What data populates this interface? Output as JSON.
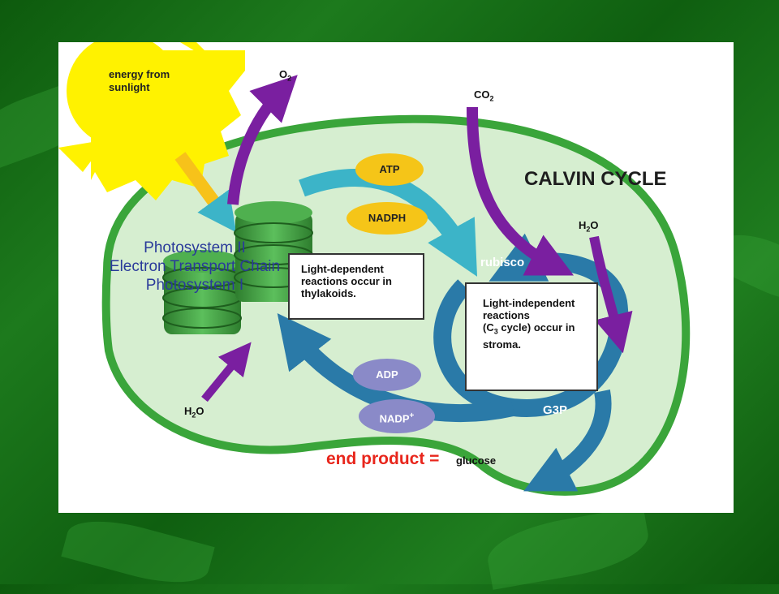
{
  "labels": {
    "energy_from_sunlight": "energy from sunlight",
    "o2": "O",
    "o2_sub": "2",
    "co2": "CO",
    "co2_sub": "2",
    "calvin_cycle": "CALVIN CYCLE",
    "h2o_top": "H",
    "h2o_top_sub": "2",
    "h2o_top_end": "O",
    "h2o_bottom": "H",
    "h2o_bottom_sub": "2",
    "h2o_bottom_end": "O",
    "photosystem_ii": "Photosystem II",
    "electron_transport_chain": "Electron Transport Chain",
    "photosystem_i": "Photosystem I",
    "atp": "ATP",
    "nadph": "NADPH",
    "adp": "ADP",
    "nadp": "NADP",
    "nadp_sup": "+",
    "rubisco": "rubisco",
    "g3p": "G3P",
    "end_product": "end product =",
    "glucose": "glucose",
    "light_dependent_box": "Light-dependent reactions occur in thylakoids.",
    "light_independent_box_1": "Light-independent reactions",
    "light_independent_box_2": "(C",
    "light_independent_box_sub": "3",
    "light_independent_box_3": " cycle) occur in stroma."
  },
  "colors": {
    "sun": "#fff200",
    "chloroplast_outline": "#3aa53a",
    "stroma": "#d6eed0",
    "thylakoid": "#3d9a3d",
    "arrow_purple": "#7a1fa0",
    "arrow_teal": "#3cb4c8",
    "arrow_blue": "#2a7aa8",
    "pill_yellow": "#f5c518",
    "pill_purple": "#8a8ac8",
    "title_blue": "#2a3a9a",
    "end_red": "#e8261c"
  }
}
